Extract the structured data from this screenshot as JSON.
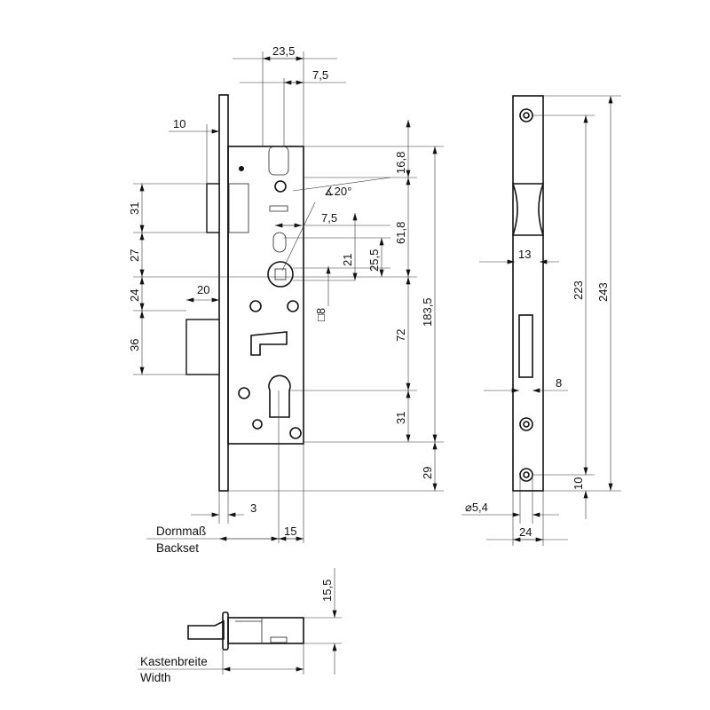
{
  "title": "Mortise lock dimension drawing",
  "dimensions": {
    "top_width": "23,5",
    "top_offset": "7,5",
    "faceplate_offset": "10",
    "top_to_follower_gap": "16,8",
    "angle": "∡20°",
    "follower_offset": "7,5",
    "upper_height": "61,8",
    "follower_25": "25,5",
    "follower_21": "21",
    "latch_height": "31",
    "latch_to_follower": "27",
    "follower_to_deadbolt": "24",
    "deadbolt_throw": "20",
    "deadbolt_height": "36",
    "square_spindle": "□8",
    "follower_to_cylinder": "72",
    "case_height": "183,5",
    "cylinder_to_bottom": "31",
    "case_bottom_to_plate": "29",
    "plate_thickness": "3",
    "backset_case": "15",
    "latch_slot_width": "13",
    "screw_spacing": "223",
    "faceplate_length": "243",
    "deadbolt_slot_width": "8",
    "screw_to_end": "10",
    "screw_hole": "⌀5,4",
    "faceplate_width": "24",
    "case_thickness": "15,5"
  },
  "labels": {
    "backset_de": "Dornmaß",
    "backset_en": "Backset",
    "width_de": "Kastenbreite",
    "width_en": "Width"
  }
}
